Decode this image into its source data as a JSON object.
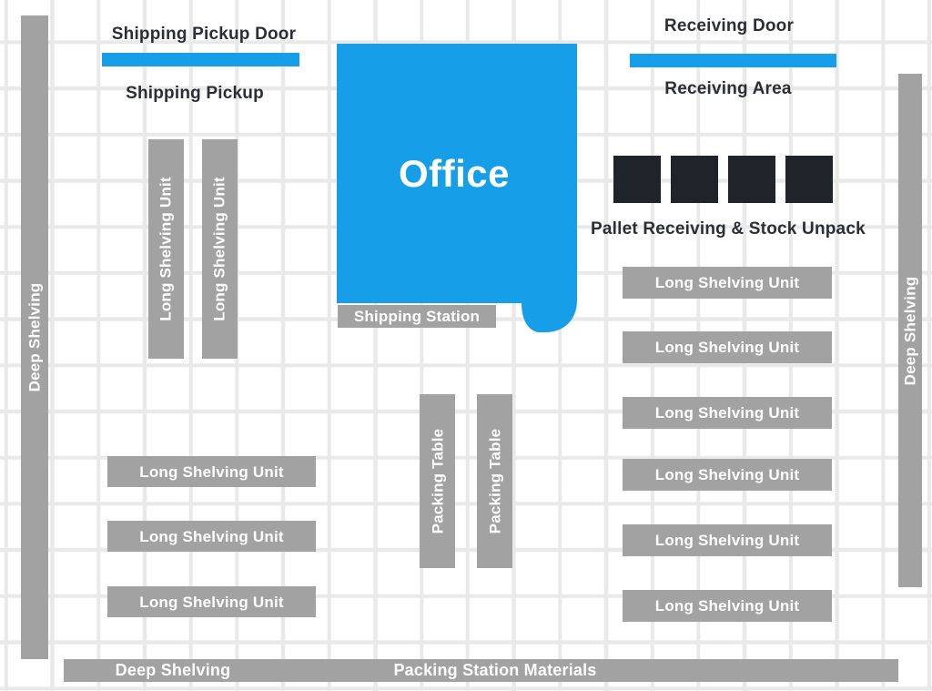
{
  "colors": {
    "blue": "#169fe8",
    "gray": "#a2a2a2",
    "dark_square": "#1f242a",
    "ink": "#2b2f35",
    "bar_text": "#ffffff",
    "grid_line": "#e9e9e9"
  },
  "areas": {
    "shipping_pickup_door": "Shipping Pickup Door",
    "shipping_pickup": "Shipping Pickup",
    "receiving_door": "Receiving Door",
    "receiving_area": "Receiving Area",
    "office": "Office",
    "shipping_station": "Shipping Station",
    "pallet_receiving": "Pallet Receiving & Stock Unpack",
    "long_shelving_unit": "Long Shelving Unit",
    "deep_shelving": "Deep Shelving",
    "packing_table": "Packing Table",
    "packing_station_materials": "Packing Station Materials"
  }
}
